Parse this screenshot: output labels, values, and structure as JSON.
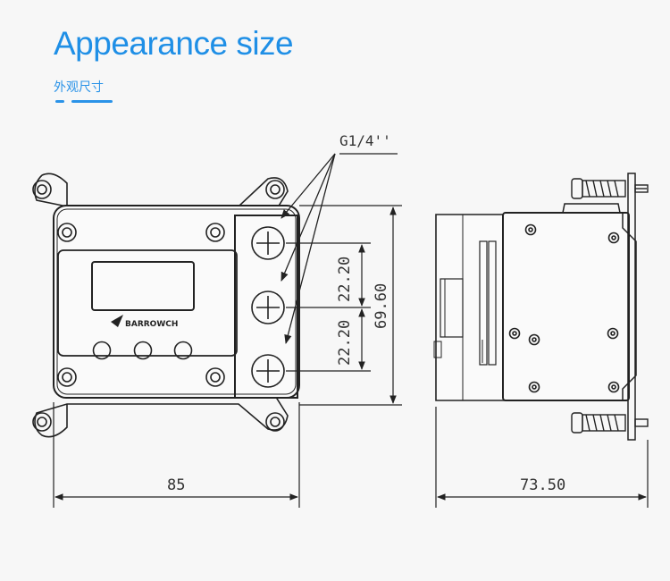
{
  "header": {
    "title": "Appearance size",
    "subtitle": "外观尺寸"
  },
  "labels": {
    "thread": "G1/4''",
    "width_front": "85",
    "width_side": "73.50",
    "pitch_top": "22.20",
    "pitch_bottom": "22.20",
    "total_height": "69.60",
    "logo_text": "BARROWCH"
  },
  "colors": {
    "accent": "#1f8fe6",
    "line": "#222222",
    "background": "#f7f7f7"
  }
}
